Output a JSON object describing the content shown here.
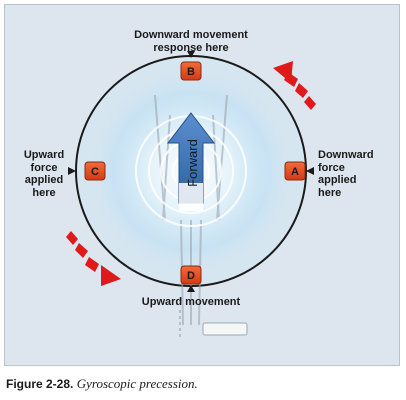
{
  "labels": {
    "top": [
      "Downward movement",
      "response here"
    ],
    "right": [
      "Downward",
      "force",
      "applied",
      "here"
    ],
    "left": [
      "Upward",
      "force",
      "applied",
      "here"
    ],
    "bottom": "Upward movement",
    "arrow": "Forward"
  },
  "points": {
    "a": "A",
    "b": "B",
    "c": "C",
    "d": "D"
  },
  "caption": {
    "number": "Figure 2-28.",
    "text": "Gyroscopic precession."
  },
  "colors": {
    "panel": "#dde6ef",
    "disc_ring": "#1a1a1a",
    "glow": "#bfe0f4",
    "forward_arrow": "#3d74b8",
    "point_fill": "#e8441e",
    "motion_arrows": "#e01a1a"
  }
}
